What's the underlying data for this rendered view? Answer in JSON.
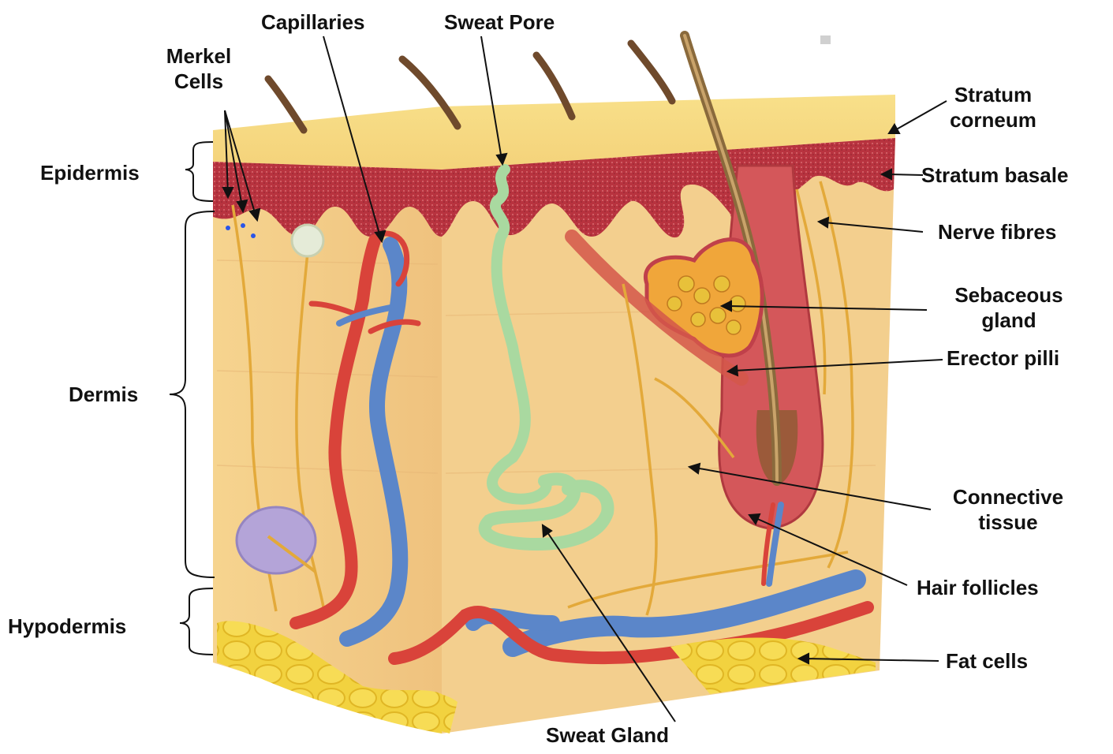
{
  "diagram": {
    "labels": {
      "merkel_line1": "Merkel",
      "merkel_line2": "Cells",
      "capillaries": "Capillaries",
      "sweat_pore": "Sweat Pore",
      "epidermis": "Epidermis",
      "dermis": "Dermis",
      "hypodermis": "Hypodermis",
      "stratum_corneum_line1": "Stratum",
      "stratum_corneum_line2": "corneum",
      "stratum_basale": "Stratum basale",
      "nerve_fibres": "Nerve fibres",
      "sebaceous_line1": "Sebaceous",
      "sebaceous_line2": "gland",
      "erector_pilli": "Erector pilli",
      "connective_line1": "Connective",
      "connective_line2": "tissue",
      "hair_follicles": "Hair follicles",
      "fat_cells": "Fat cells",
      "sweat_gland": "Sweat Gland"
    },
    "colors": {
      "skin_top": "#f7d98a",
      "skin_side": "#f2c985",
      "epidermis": "#c0404a",
      "artery": "#d9433a",
      "vein": "#5b86c9",
      "sweat_gland": "#a9d9a0",
      "fat": "#f2d23f",
      "hair": "#7a5434",
      "nerve": "#e3a93a"
    }
  }
}
